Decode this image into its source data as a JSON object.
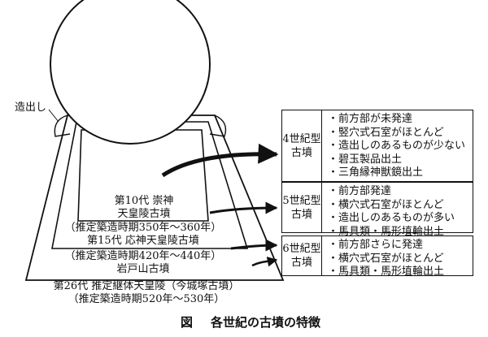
{
  "diagram": {
    "label_tsukuridashi": "造出し",
    "tier1": {
      "line1": "第10代 崇神",
      "line2": "天皇陵古墳"
    },
    "tier2": {
      "line1": "（推定築造時期350年～360年）",
      "line2": "第15代 応神天皇陵古墳"
    },
    "tier3": {
      "line1": "（推定築造時期420年～440年）",
      "line2": "岩戸山古墳"
    },
    "tier4": {
      "line1": "第26代 推定継体天皇陵（今城塚古墳）",
      "line2": "（推定築造時期520年～530年）"
    }
  },
  "boxes": [
    {
      "type_line1": "4世紀型",
      "type_line2": "古墳",
      "features": [
        "前方部が未発達",
        "竪穴式石室がほとんど",
        "造出しのあるものが少ない",
        "碧玉製品出土",
        "三角縁神獣鏡出土"
      ]
    },
    {
      "type_line1": "5世紀型",
      "type_line2": "古墳",
      "features": [
        "前方部発達",
        "横穴式石室がほとんど",
        "造出しのあるものが多い",
        "馬具類・馬形埴輪出土"
      ]
    },
    {
      "type_line1": "6世紀型",
      "type_line2": "古墳",
      "features": [
        "前方部さらに発達",
        "横穴式石室がほとんど",
        "馬具類・馬形埴輪出土"
      ]
    }
  ],
  "caption": {
    "figure": "図",
    "title": "各世紀の古墳の特徴"
  }
}
